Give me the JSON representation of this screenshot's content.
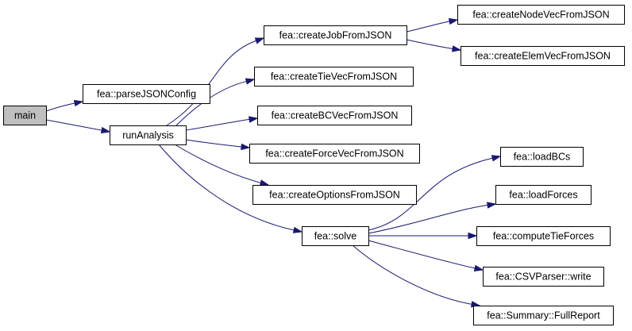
{
  "graph": {
    "nodes": [
      {
        "id": "main",
        "label": "main",
        "root": true
      },
      {
        "id": "parseJSONConfig",
        "label": "fea::parseJSONConfig"
      },
      {
        "id": "runAnalysis",
        "label": "runAnalysis"
      },
      {
        "id": "createJobFromJSON",
        "label": "fea::createJobFromJSON"
      },
      {
        "id": "createNodeVecFromJSON",
        "label": "fea::createNodeVecFromJSON"
      },
      {
        "id": "createElemVecFromJSON",
        "label": "fea::createElemVecFromJSON"
      },
      {
        "id": "createTieVecFromJSON",
        "label": "fea::createTieVecFromJSON"
      },
      {
        "id": "createBCVecFromJSON",
        "label": "fea::createBCVecFromJSON"
      },
      {
        "id": "createForceVecFromJSON",
        "label": "fea::createForceVecFromJSON"
      },
      {
        "id": "createOptionsFromJSON",
        "label": "fea::createOptionsFromJSON"
      },
      {
        "id": "solve",
        "label": "fea::solve"
      },
      {
        "id": "loadBCs",
        "label": "fea::loadBCs"
      },
      {
        "id": "loadForces",
        "label": "fea::loadForces"
      },
      {
        "id": "computeTieForces",
        "label": "fea::computeTieForces"
      },
      {
        "id": "csvWrite",
        "label": "fea::CSVParser::write"
      },
      {
        "id": "fullReport",
        "label": "fea::Summary::FullReport"
      }
    ],
    "edges": [
      {
        "from": "main",
        "to": "parseJSONConfig"
      },
      {
        "from": "main",
        "to": "runAnalysis"
      },
      {
        "from": "runAnalysis",
        "to": "createJobFromJSON"
      },
      {
        "from": "runAnalysis",
        "to": "createTieVecFromJSON"
      },
      {
        "from": "runAnalysis",
        "to": "createBCVecFromJSON"
      },
      {
        "from": "runAnalysis",
        "to": "createForceVecFromJSON"
      },
      {
        "from": "runAnalysis",
        "to": "createOptionsFromJSON"
      },
      {
        "from": "runAnalysis",
        "to": "solve"
      },
      {
        "from": "createJobFromJSON",
        "to": "createNodeVecFromJSON"
      },
      {
        "from": "createJobFromJSON",
        "to": "createElemVecFromJSON"
      },
      {
        "from": "solve",
        "to": "loadBCs"
      },
      {
        "from": "solve",
        "to": "loadForces"
      },
      {
        "from": "solve",
        "to": "computeTieForces"
      },
      {
        "from": "solve",
        "to": "csvWrite"
      },
      {
        "from": "solve",
        "to": "fullReport"
      }
    ],
    "colors": {
      "edge": "#191970",
      "root_fill": "#bfbfbf",
      "node_fill": "#ffffff",
      "border": "#000000"
    }
  }
}
